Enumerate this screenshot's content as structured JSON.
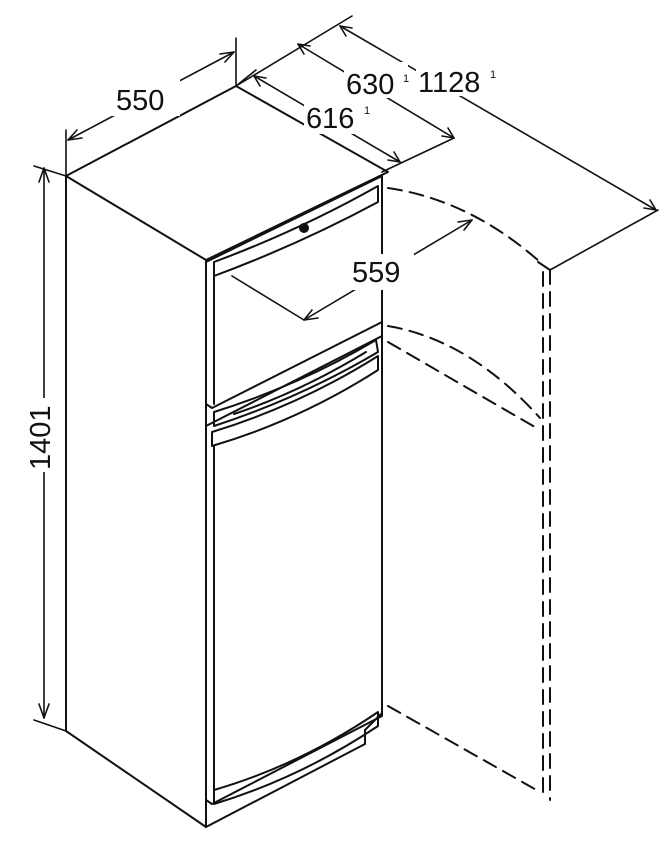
{
  "drawing": {
    "subject": "two-door refrigerator dimension drawing",
    "line_color": "#111111",
    "background": "#ffffff"
  },
  "dimensions": {
    "width": "550",
    "depth_total": "630",
    "depth_total_note": "1",
    "depth_body": "616",
    "depth_body_note": "1",
    "depth_door_open": "1128",
    "depth_door_open_note": "1",
    "door_width": "559",
    "height": "1401"
  }
}
